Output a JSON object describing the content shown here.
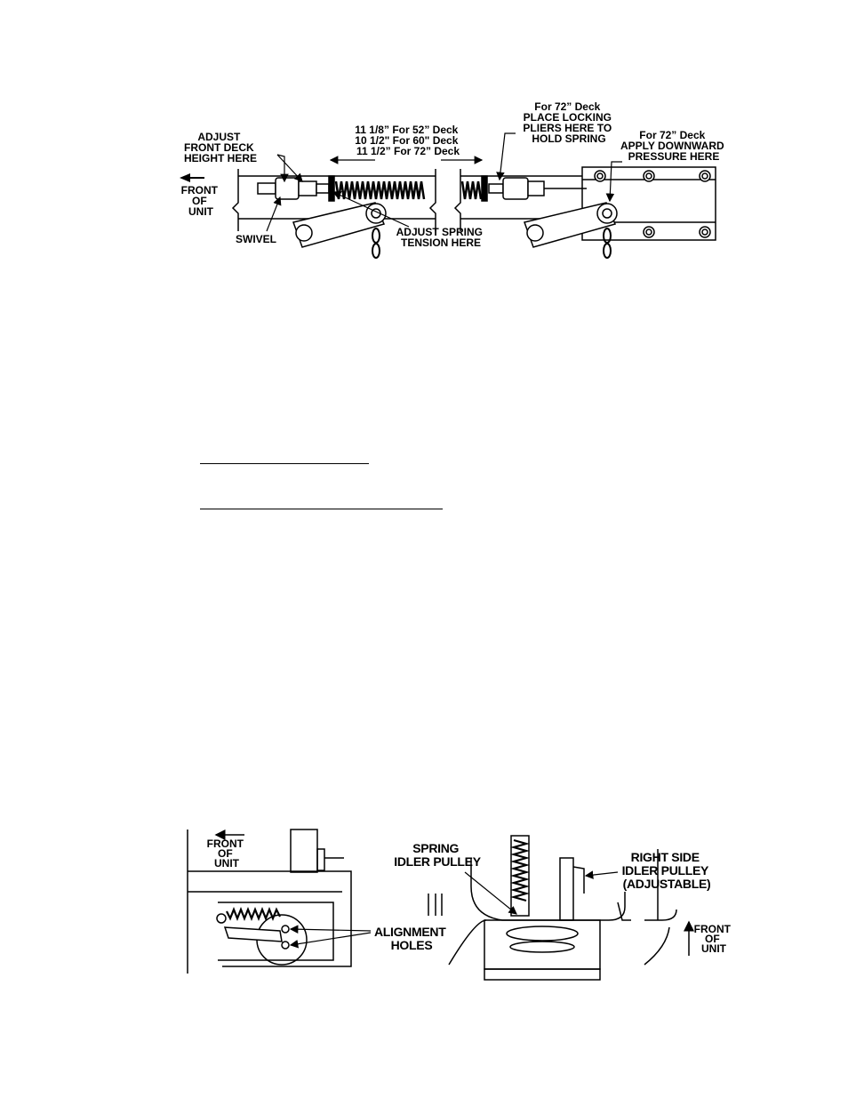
{
  "figure1": {
    "adjust_front": [
      "ADJUST",
      "FRONT DECK",
      "HEIGHT HERE"
    ],
    "front_of_unit": [
      "FRONT",
      "OF",
      "UNIT"
    ],
    "swivel": "SWIVEL",
    "deck_lengths": [
      "11 1/8” For 52” Deck",
      "10 1/2\" For 60\" Deck",
      "11 1/2” For 72” Deck"
    ],
    "adjust_spring": [
      "ADJUST SPRING",
      "TENSION HERE"
    ],
    "locking_pliers": [
      "For 72” Deck",
      "PLACE LOCKING",
      "PLIERS HERE TO",
      "HOLD SPRING"
    ],
    "downward_pressure": [
      "For 72” Deck",
      "APPLY DOWNWARD",
      "PRESSURE HERE"
    ]
  },
  "figure2": {
    "front_of_unit_left": [
      "FRONT",
      "OF",
      "UNIT"
    ],
    "alignment_holes": [
      "ALIGNMENT",
      "HOLES"
    ],
    "spring_idler": [
      "SPRING",
      "IDLER PULLEY"
    ],
    "right_idler": [
      "RIGHT SIDE",
      "IDLER PULLEY",
      "(ADJUSTABLE)"
    ],
    "front_of_unit_right": [
      "FRONT",
      "OF",
      "UNIT"
    ]
  }
}
